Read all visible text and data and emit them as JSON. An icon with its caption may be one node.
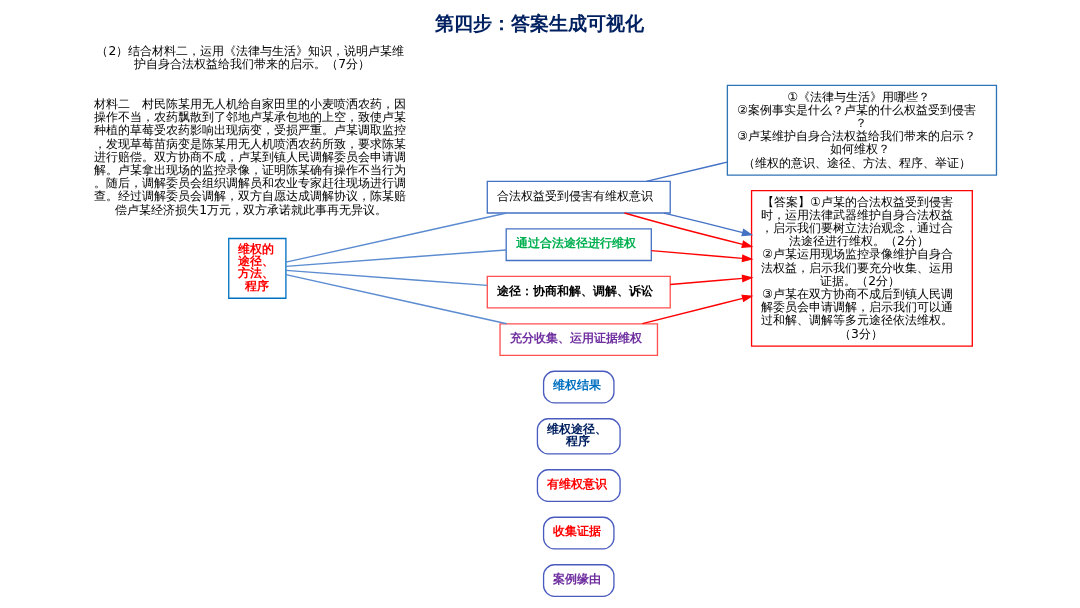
{
  "diagram": {
    "title": "第四步：答案生成可视化",
    "nodes": [
      {
        "text": [
          "案例缘由"
        ]
      },
      {
        "text": [
          "收集证据"
        ]
      },
      {
        "text": [
          "有维权意识"
        ]
      },
      {
        "text": [
          "维权途径、程序"
        ]
      },
      {
        "text": [
          "维权结果"
        ]
      },
      {
        "text": [
          "①《法律与生活》用哪些？",
          "②案例事实是什么？卢某的什么权益受到侵害？",
          "③卢某维护自身合法权益给我们带来的启示？如何维权？",
          "（维权的意识、途径、方法、程序、举证）"
        ]
      },
      {
        "text": [
          "【答案】①卢某的合法权益受到侵害时，运用法律武器维护自身合法权益，启示我们要树立法治观念，通过合法途径进行维权。（2分）",
          "②卢某运用现场监控录像维护自身合法权益，启示我们要充分收集、运用证据。（2分）",
          "③卢某在双方协商不成后到镇人民调解委员会申请调解，启示我们可以通过和解、调解等多元途径依法维权。（3分）"
        ]
      },
      {
        "text": [
          "维权的途径、方法、程序"
        ]
      },
      {
        "text": [
          "合法权益受到侵害有维权意识"
        ]
      },
      {
        "text": [
          "通过合法途径进行维权"
        ]
      },
      {
        "text": [
          "途径：协商和解、调解、诉讼"
        ]
      },
      {
        "text": [
          "充分收集、运用证据维权"
        ]
      }
    ],
    "edges": [
      {
        "from": 7,
        "to": 8,
        "arrow": "none",
        "color": "#5b8bd0"
      },
      {
        "from": 7,
        "to": 9,
        "arrow": "none",
        "color": "#5b8bd0"
      },
      {
        "from": 7,
        "to": 10,
        "arrow": "none",
        "color": "#5b8bd0"
      },
      {
        "from": 7,
        "to": 11,
        "arrow": "none",
        "color": "#5b8bd0"
      },
      {
        "from": 8,
        "to": 6,
        "arrow": "to",
        "color": "#ff0000"
      },
      {
        "from": 9,
        "to": 6,
        "arrow": "to",
        "color": "#ff0000"
      },
      {
        "from": 10,
        "to": 6,
        "arrow": "to",
        "color": "#ff0000"
      },
      {
        "from": 11,
        "to": 6,
        "arrow": "to",
        "color": "#ff0000"
      },
      {
        "from": 8,
        "to": 5,
        "arrow": "none",
        "color": "#4472c4"
      },
      {
        "from": 8,
        "to": 6,
        "arrow": "to",
        "color": "#4472c4"
      }
    ],
    "labels": [
      "材料二　村民陈某用无人机给自家田里的小麦喷洒农药，因操作不当，农药飘散到了邻地卢某承包地的上空，致使卢某种植的草莓受农药影响出现病变，受损严重。卢某调取监控，发现草莓苗病变是陈某用无人机喷洒农药所致，要求陈某进行赔偿。双方协商不成，卢某到镇人民调解委员会申请调解。卢某拿出现场的监控录像，证明陈某确有操作不当行为。随后，调解委员会组织调解员和农业专家赶往现场进行调查。经过调解委员会调解，双方自愿达成调解协议，陈某赔偿卢某经济损失1万元，双方承诺就此事再无异议。",
      "（2）结合材料二，运用《法律与生活》知识，说明卢某维护自身合法权益给我们带来的启示。（7分）"
    ]
  }
}
